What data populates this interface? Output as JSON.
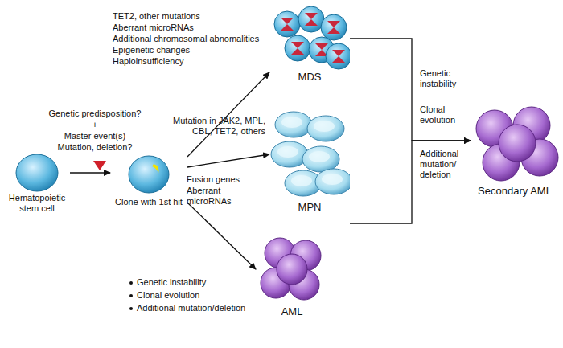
{
  "diagram": {
    "nodes": [
      {
        "text": [
          "Hematopoietic stem cell"
        ]
      },
      {
        "text": [
          "Clone with 1st hit"
        ]
      },
      {
        "text": [
          "MDS"
        ]
      },
      {
        "text": [
          "MPN"
        ]
      },
      {
        "text": [
          "AML"
        ]
      },
      {
        "text": [
          "Secondary AML"
        ]
      }
    ],
    "edges": [
      {
        "from": 0,
        "to": 1,
        "arrow": "to"
      },
      {
        "from": 1,
        "to": 2,
        "arrow": "to"
      },
      {
        "from": 1,
        "to": 3,
        "arrow": "to"
      },
      {
        "from": 1,
        "to": 4,
        "arrow": "to"
      },
      {
        "from": 2,
        "to": 5,
        "arrow": "to"
      },
      {
        "from": 3,
        "to": 5,
        "arrow": "to"
      }
    ],
    "labels": [
      "Genetic predisposition?",
      "+",
      "Master event(s)",
      "Mutation, deletion?",
      "TET2, other mutations",
      "Aberrant microRNAs",
      "Additional chromosomal abnomalities",
      "Epigenetic changes",
      "Haploinsufficiency",
      "Mutation in JAK2, MPL, CBL, TET2, others",
      "Fusion genes",
      "Aberrant microRNAs",
      "Genetic instability",
      "Clonal evolution",
      "Additional mutation/ deletion",
      "Genetic instability",
      "Clonal evolution",
      "Additional mutation/deletion"
    ]
  }
}
